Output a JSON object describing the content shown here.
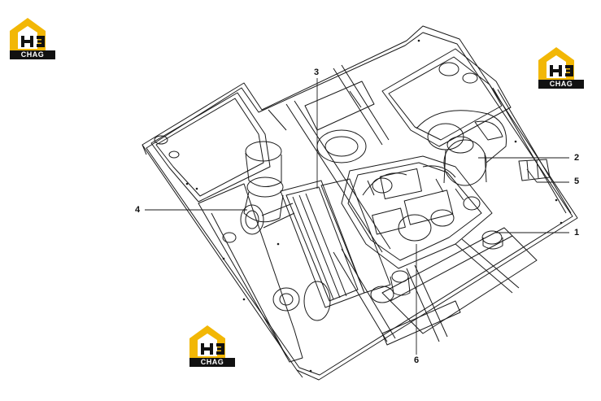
{
  "diagram": {
    "callouts": [
      {
        "id": "1",
        "label": "1"
      },
      {
        "id": "2",
        "label": "2"
      },
      {
        "id": "3",
        "label": "3"
      },
      {
        "id": "4",
        "label": "4"
      },
      {
        "id": "5",
        "label": "5"
      },
      {
        "id": "6",
        "label": "6"
      }
    ]
  },
  "logos": [
    {
      "name": "logo-top-left",
      "text": "CHAG",
      "mark": "H3"
    },
    {
      "name": "logo-top-right",
      "text": "CHAG",
      "mark": "H3"
    },
    {
      "name": "logo-bottom-center",
      "text": "CHAG",
      "mark": "H3"
    }
  ],
  "colors": {
    "line": "#1a1a1a",
    "logo_yellow": "#f2b705",
    "logo_black": "#111111"
  }
}
